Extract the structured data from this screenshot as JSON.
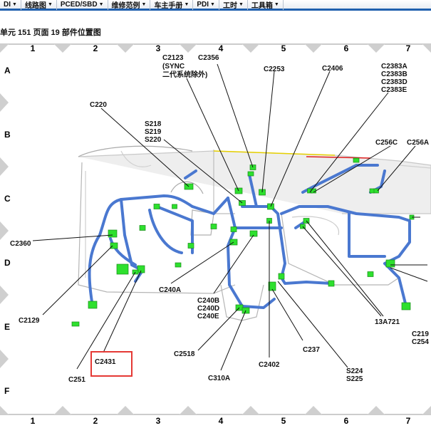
{
  "menu": [
    {
      "label": "DI",
      "caret": true
    },
    {
      "label": "线路图",
      "caret": true
    },
    {
      "label": "PCED/SBD",
      "caret": true
    },
    {
      "label": "维修范例",
      "caret": true
    },
    {
      "label": "车主手册",
      "caret": true
    },
    {
      "label": "PDI",
      "caret": true
    },
    {
      "label": "工时",
      "caret": true
    },
    {
      "label": "工具箱",
      "caret": true
    }
  ],
  "subtitle": "单元 151 页面 19 部件位置图",
  "grid": {
    "columns": [
      "1",
      "2",
      "3",
      "4",
      "5",
      "6",
      "7"
    ],
    "rows": [
      "A",
      "B",
      "C",
      "D",
      "E",
      "F"
    ]
  },
  "labels": {
    "c2123": "C2123",
    "c2123_sync": "(SYNC",
    "c2123_note": "二代系统除外)",
    "c2356": "C2356",
    "c2253": "C2253",
    "c2406": "C2406",
    "c2383": [
      "C2383A",
      "C2383B",
      "C2383D",
      "C2383E"
    ],
    "c220": "C220",
    "s218": [
      "S218",
      "S219",
      "S220"
    ],
    "c256c": "C256C",
    "c256a": "C256A",
    "c2360": "C2360",
    "c240a": "C240A",
    "c240b": [
      "C240B",
      "C240D",
      "C240E"
    ],
    "c2129": "C2129",
    "c2431": "C2431",
    "c251": "C251",
    "c2518": "C2518",
    "c310a": "C310A",
    "c2402": "C2402",
    "c237": "C237",
    "s224": [
      "S224",
      "S225"
    ],
    "n13a721": "13A721",
    "c219": [
      "C219",
      "C254"
    ]
  },
  "highlight": {
    "label": "C2431",
    "color": "#e53935"
  },
  "colors": {
    "harness": "#4a78d0",
    "connector": "#2ee02e",
    "accent": "#1f5fae"
  }
}
